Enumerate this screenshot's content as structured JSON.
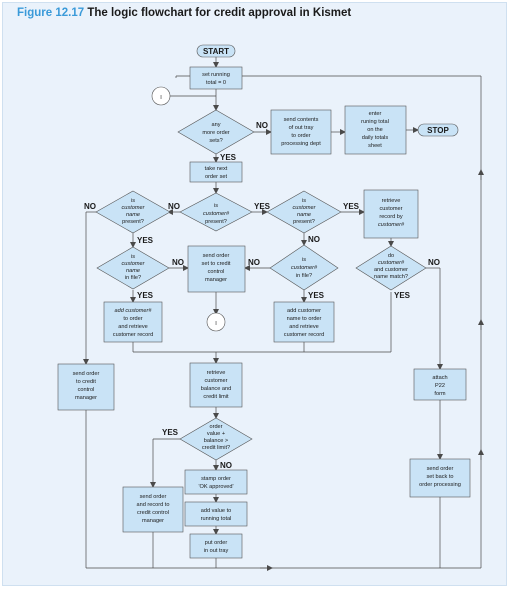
{
  "figure": {
    "label": "Figure 12.17",
    "title": "The logic flowchart for credit approval in Kismet"
  },
  "terminals": {
    "start": "START",
    "stop": "STOP",
    "connector": "I"
  },
  "branch_labels": {
    "yes": "YES",
    "no": "NO"
  },
  "boxes": {
    "set_total": [
      "set running",
      "total = 0"
    ],
    "send_contents": [
      "send contents",
      "of out tray",
      "to order",
      "processing dept"
    ],
    "enter_total": [
      "enter",
      "runing total",
      "on the",
      "daily totals",
      "sheet"
    ],
    "take_next": [
      "take next",
      "order set"
    ],
    "retrieve_by_id": [
      "retrieve",
      "customer",
      "record by",
      "customer#"
    ],
    "send_to_manager": [
      "send order",
      "set to credit",
      "control",
      "manager"
    ],
    "add_id_left": [
      "add customer#",
      "to order",
      "and retrieve",
      "customer record"
    ],
    "add_name_mid": [
      "add customer",
      "name to order",
      "and retrieve",
      "customer record"
    ],
    "send_to_credit_left": [
      "send order",
      "to credit",
      "control",
      "manager"
    ],
    "retrieve_balance": [
      "retrieve",
      "customer",
      "balance and",
      "credit limit"
    ],
    "attach_p22": [
      "attach",
      "P22",
      "form"
    ],
    "send_back": [
      "send order",
      "set back to",
      "order processing"
    ],
    "stamp": [
      "stamp order",
      "'OK approved'"
    ],
    "add_value": [
      "add value to",
      "running total"
    ],
    "record_manager": [
      "send order",
      "and record to",
      "credit control",
      "manager"
    ],
    "put_out": [
      "put order",
      "in out tray"
    ]
  },
  "decisions": {
    "more_sets": [
      "any",
      "more order",
      "sets?"
    ],
    "name_present": [
      "is",
      "customer",
      "name",
      "present?"
    ],
    "id_present_top": [
      "is",
      "customer#",
      "present?"
    ],
    "name_present_right": [
      "is",
      "customer",
      "name",
      "present?"
    ],
    "name_in_file": [
      "is",
      "customer",
      "name",
      "in file?"
    ],
    "id_in_file": [
      "is",
      "customer#",
      "in file?"
    ],
    "match": [
      "do",
      "customer#",
      "and customer",
      "name match?"
    ],
    "credit_limit": [
      "order",
      "value +",
      "balance >",
      "credit limit?"
    ]
  }
}
